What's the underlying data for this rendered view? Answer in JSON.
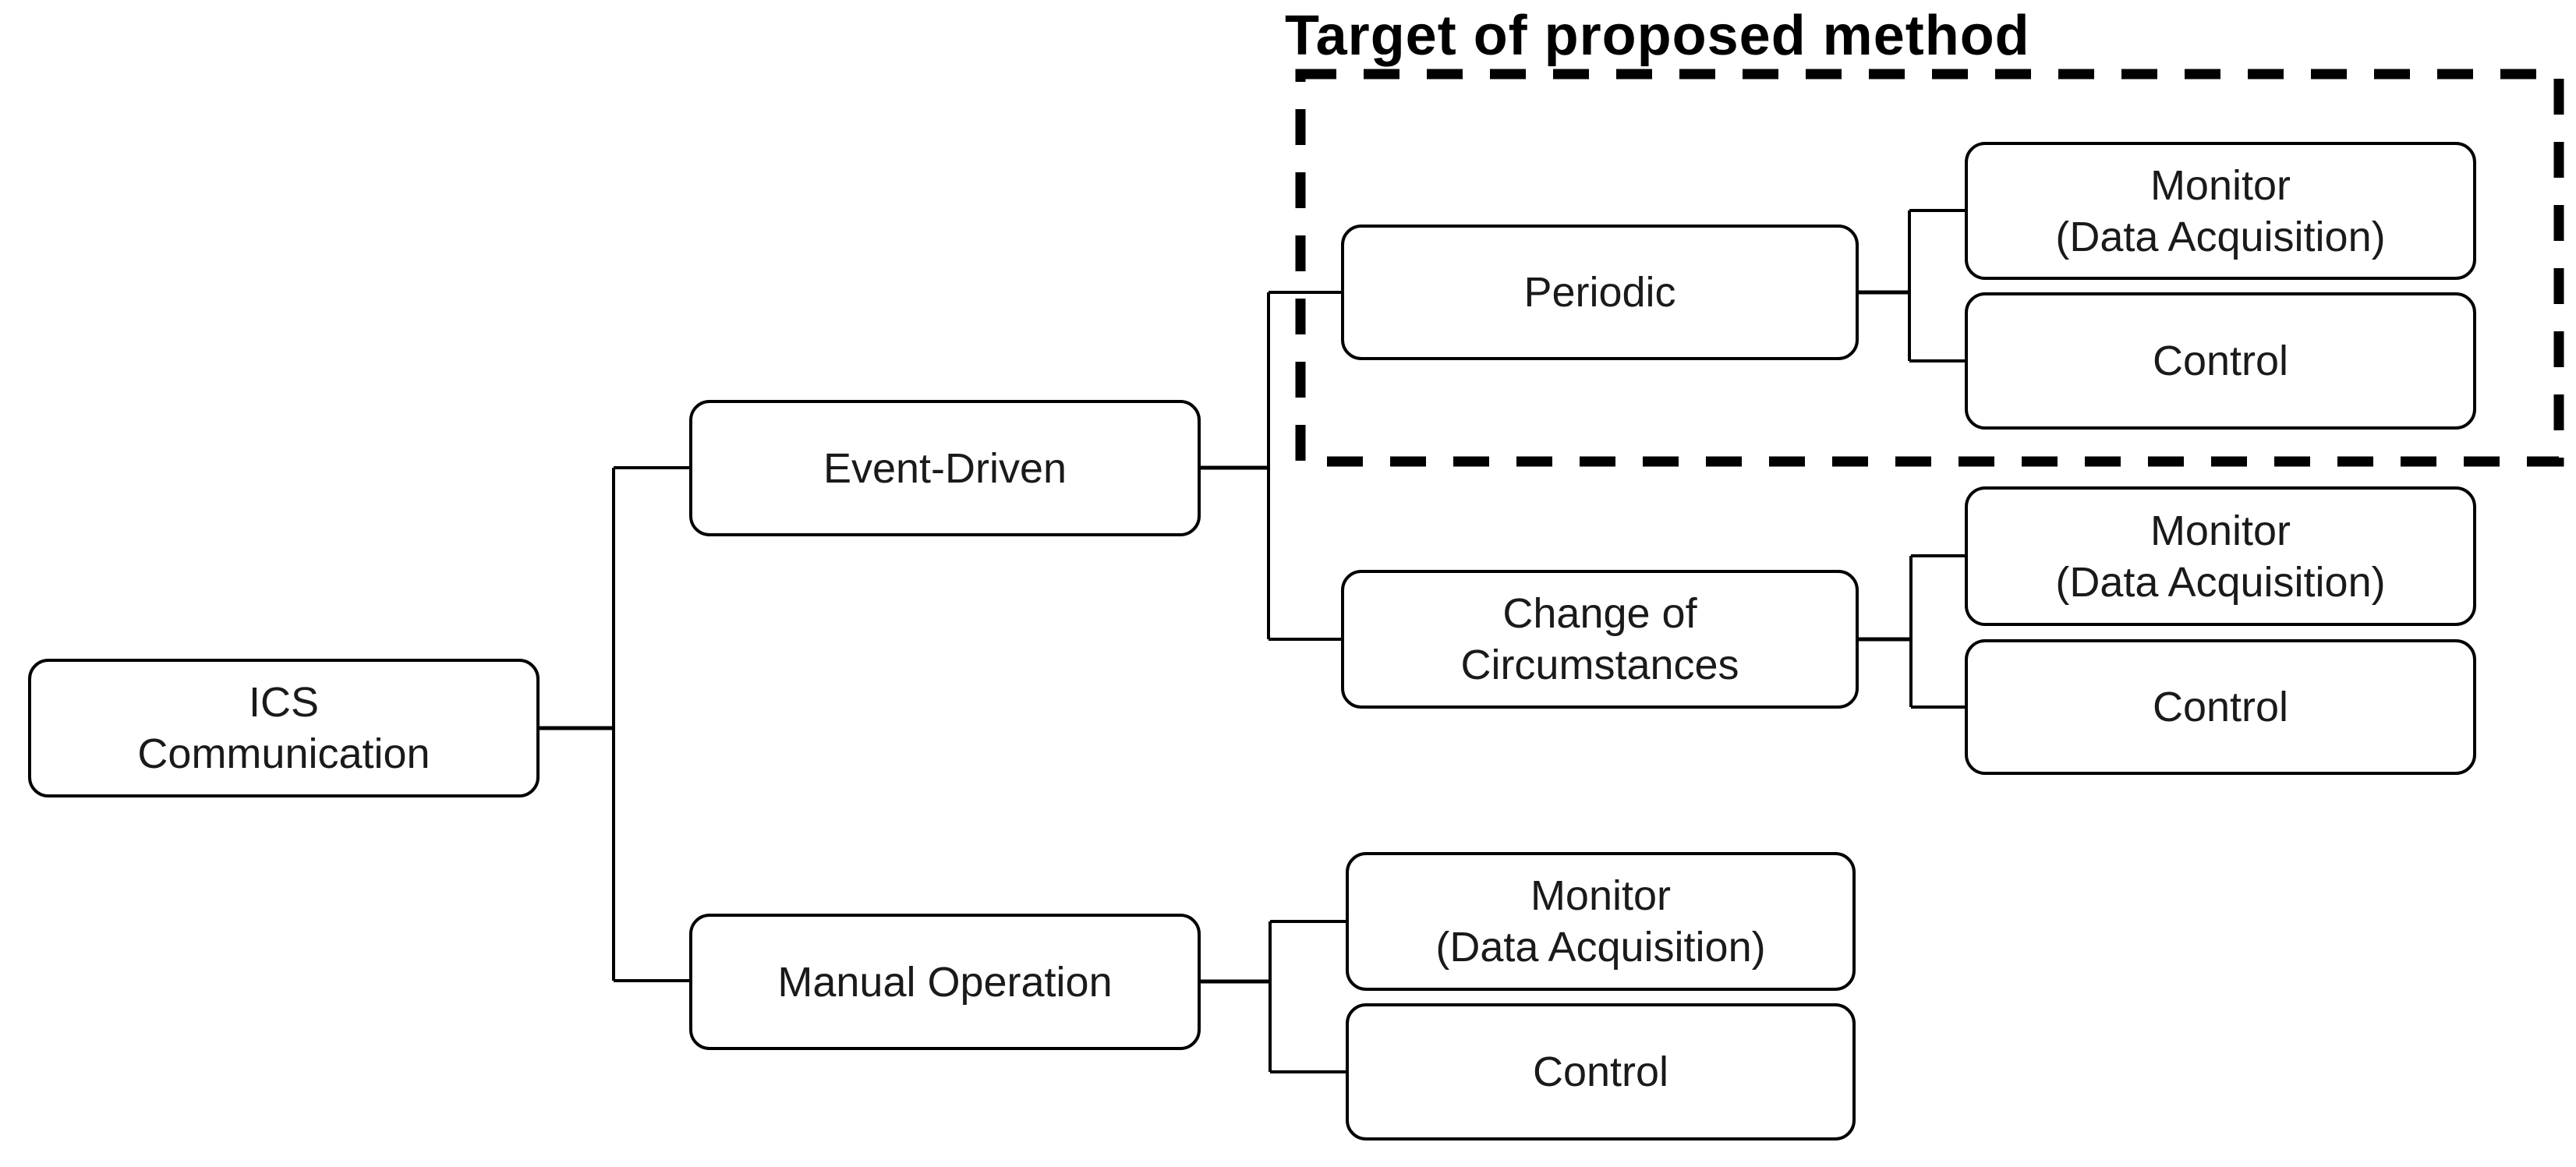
{
  "title": "Target of proposed method",
  "colors": {
    "background": "#ffffff",
    "line": "#000000",
    "box_border": "#000000",
    "box_fill": "#ffffff",
    "text": "#1a1a1a",
    "title_text": "#000000"
  },
  "target_region": {
    "label": "Target of proposed method",
    "style": "thick-dashed-rectangle",
    "contains": [
      "periodic",
      "periodic_monitor",
      "periodic_control"
    ]
  },
  "nodes": {
    "ics": {
      "label": "ICS\nCommunication"
    },
    "event_driven": {
      "label": "Event-Driven"
    },
    "manual_operation": {
      "label": "Manual Operation"
    },
    "periodic": {
      "label": "Periodic"
    },
    "change_of_circumstances": {
      "label": "Change of\nCircumstances"
    },
    "periodic_monitor": {
      "label": "Monitor\n(Data Acquisition)"
    },
    "periodic_control": {
      "label": "Control"
    },
    "coc_monitor": {
      "label": "Monitor\n(Data Acquisition)"
    },
    "coc_control": {
      "label": "Control"
    },
    "manual_monitor": {
      "label": "Monitor\n(Data Acquisition)"
    },
    "manual_control": {
      "label": "Control"
    }
  },
  "edges": [
    [
      "ics",
      "event_driven"
    ],
    [
      "ics",
      "manual_operation"
    ],
    [
      "event_driven",
      "periodic"
    ],
    [
      "event_driven",
      "change_of_circumstances"
    ],
    [
      "periodic",
      "periodic_monitor"
    ],
    [
      "periodic",
      "periodic_control"
    ],
    [
      "change_of_circumstances",
      "coc_monitor"
    ],
    [
      "change_of_circumstances",
      "coc_control"
    ],
    [
      "manual_operation",
      "manual_monitor"
    ],
    [
      "manual_operation",
      "manual_control"
    ]
  ]
}
